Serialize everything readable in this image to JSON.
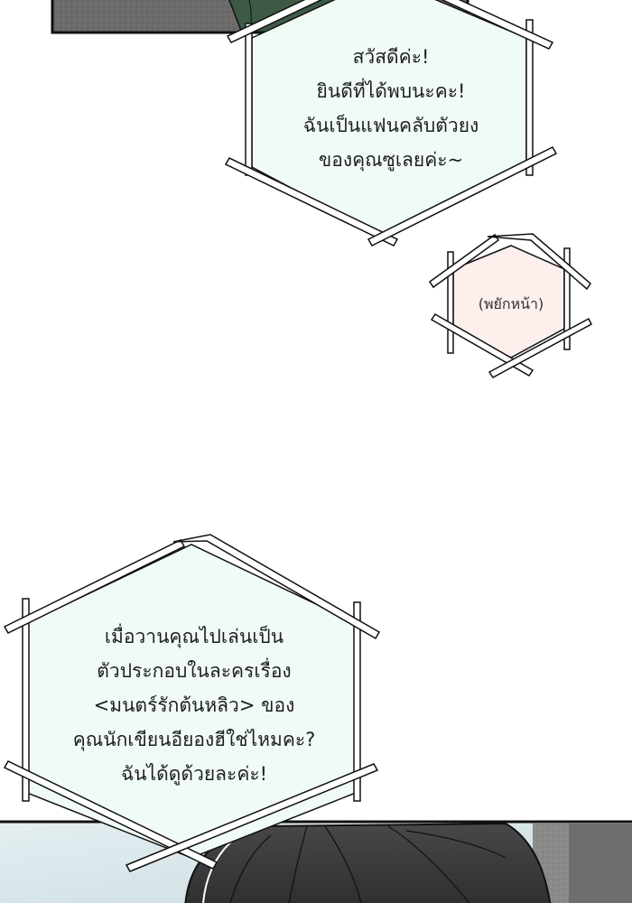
{
  "page": {
    "type": "webtoon-strip",
    "background": "#ffffff"
  },
  "panels": [
    {
      "name": "top-panel",
      "description": "bottom edge of a panel showing a grey textured wall and a dark green figure",
      "colors": {
        "wall": "#6b6a68",
        "figure": "#3d5a47",
        "border": "#111111"
      }
    },
    {
      "name": "bottom-panel",
      "description": "top of a panel showing a dark-haired character against a pale blue sky and grey wall",
      "colors": {
        "sky": "#d8e6ea",
        "hair": "#3c3c3e",
        "wall": "#7a7a7a",
        "border": "#111111"
      }
    }
  ],
  "bubbles": [
    {
      "name": "greeting-bubble",
      "fill": "#f1fbf6",
      "lines": [
        "สวัสดีค่ะ!",
        "ยินดีที่ได้พบนะคะ!",
        "ฉันเป็นแฟนคลับตัวยง",
        "ของคุณซูเลยค่ะ~"
      ]
    },
    {
      "name": "nod-bubble",
      "fill": "#fcefec",
      "lines": [
        "(พยักหน้า)"
      ]
    },
    {
      "name": "question-bubble",
      "fill": "#f1fbf6",
      "lines": [
        "เมื่อวานคุณไปเล่นเป็น",
        "ตัวประกอบในละครเรื่อง",
        "<มนตร์รักต้นหลิว> ของ",
        "คุณนักเขียนอียองฮีใช่ไหมคะ?",
        "ฉันได้ดูด้วยละค่ะ!"
      ]
    }
  ]
}
